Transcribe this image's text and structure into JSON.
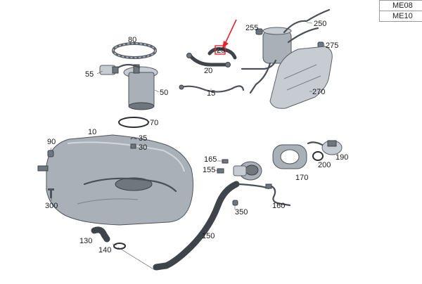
{
  "variants": [
    "ME08",
    "ME10"
  ],
  "callouts": [
    {
      "id": "80",
      "label": "80"
    },
    {
      "id": "55",
      "label": "55"
    },
    {
      "id": "50",
      "label": "50"
    },
    {
      "id": "70",
      "label": "70"
    },
    {
      "id": "25",
      "label": "25"
    },
    {
      "id": "20",
      "label": "20"
    },
    {
      "id": "15",
      "label": "15"
    },
    {
      "id": "255",
      "label": "255"
    },
    {
      "id": "250",
      "label": "250"
    },
    {
      "id": "275",
      "label": "275"
    },
    {
      "id": "270",
      "label": "270"
    },
    {
      "id": "10",
      "label": "10"
    },
    {
      "id": "90",
      "label": "90"
    },
    {
      "id": "35",
      "label": "35"
    },
    {
      "id": "30",
      "label": "30"
    },
    {
      "id": "300",
      "label": "300"
    },
    {
      "id": "165",
      "label": "165"
    },
    {
      "id": "155",
      "label": "155"
    },
    {
      "id": "170",
      "label": "170"
    },
    {
      "id": "190",
      "label": "190"
    },
    {
      "id": "200",
      "label": "200"
    },
    {
      "id": "350",
      "label": "350"
    },
    {
      "id": "160",
      "label": "160"
    },
    {
      "id": "150",
      "label": "150"
    },
    {
      "id": "130",
      "label": "130"
    },
    {
      "id": "140",
      "label": "140"
    }
  ],
  "highlight": {
    "callout": "25",
    "color": "#e8212a"
  },
  "colors": {
    "part": "#a9b0b8",
    "outline": "#4e555c",
    "hose": "#3f444a"
  }
}
